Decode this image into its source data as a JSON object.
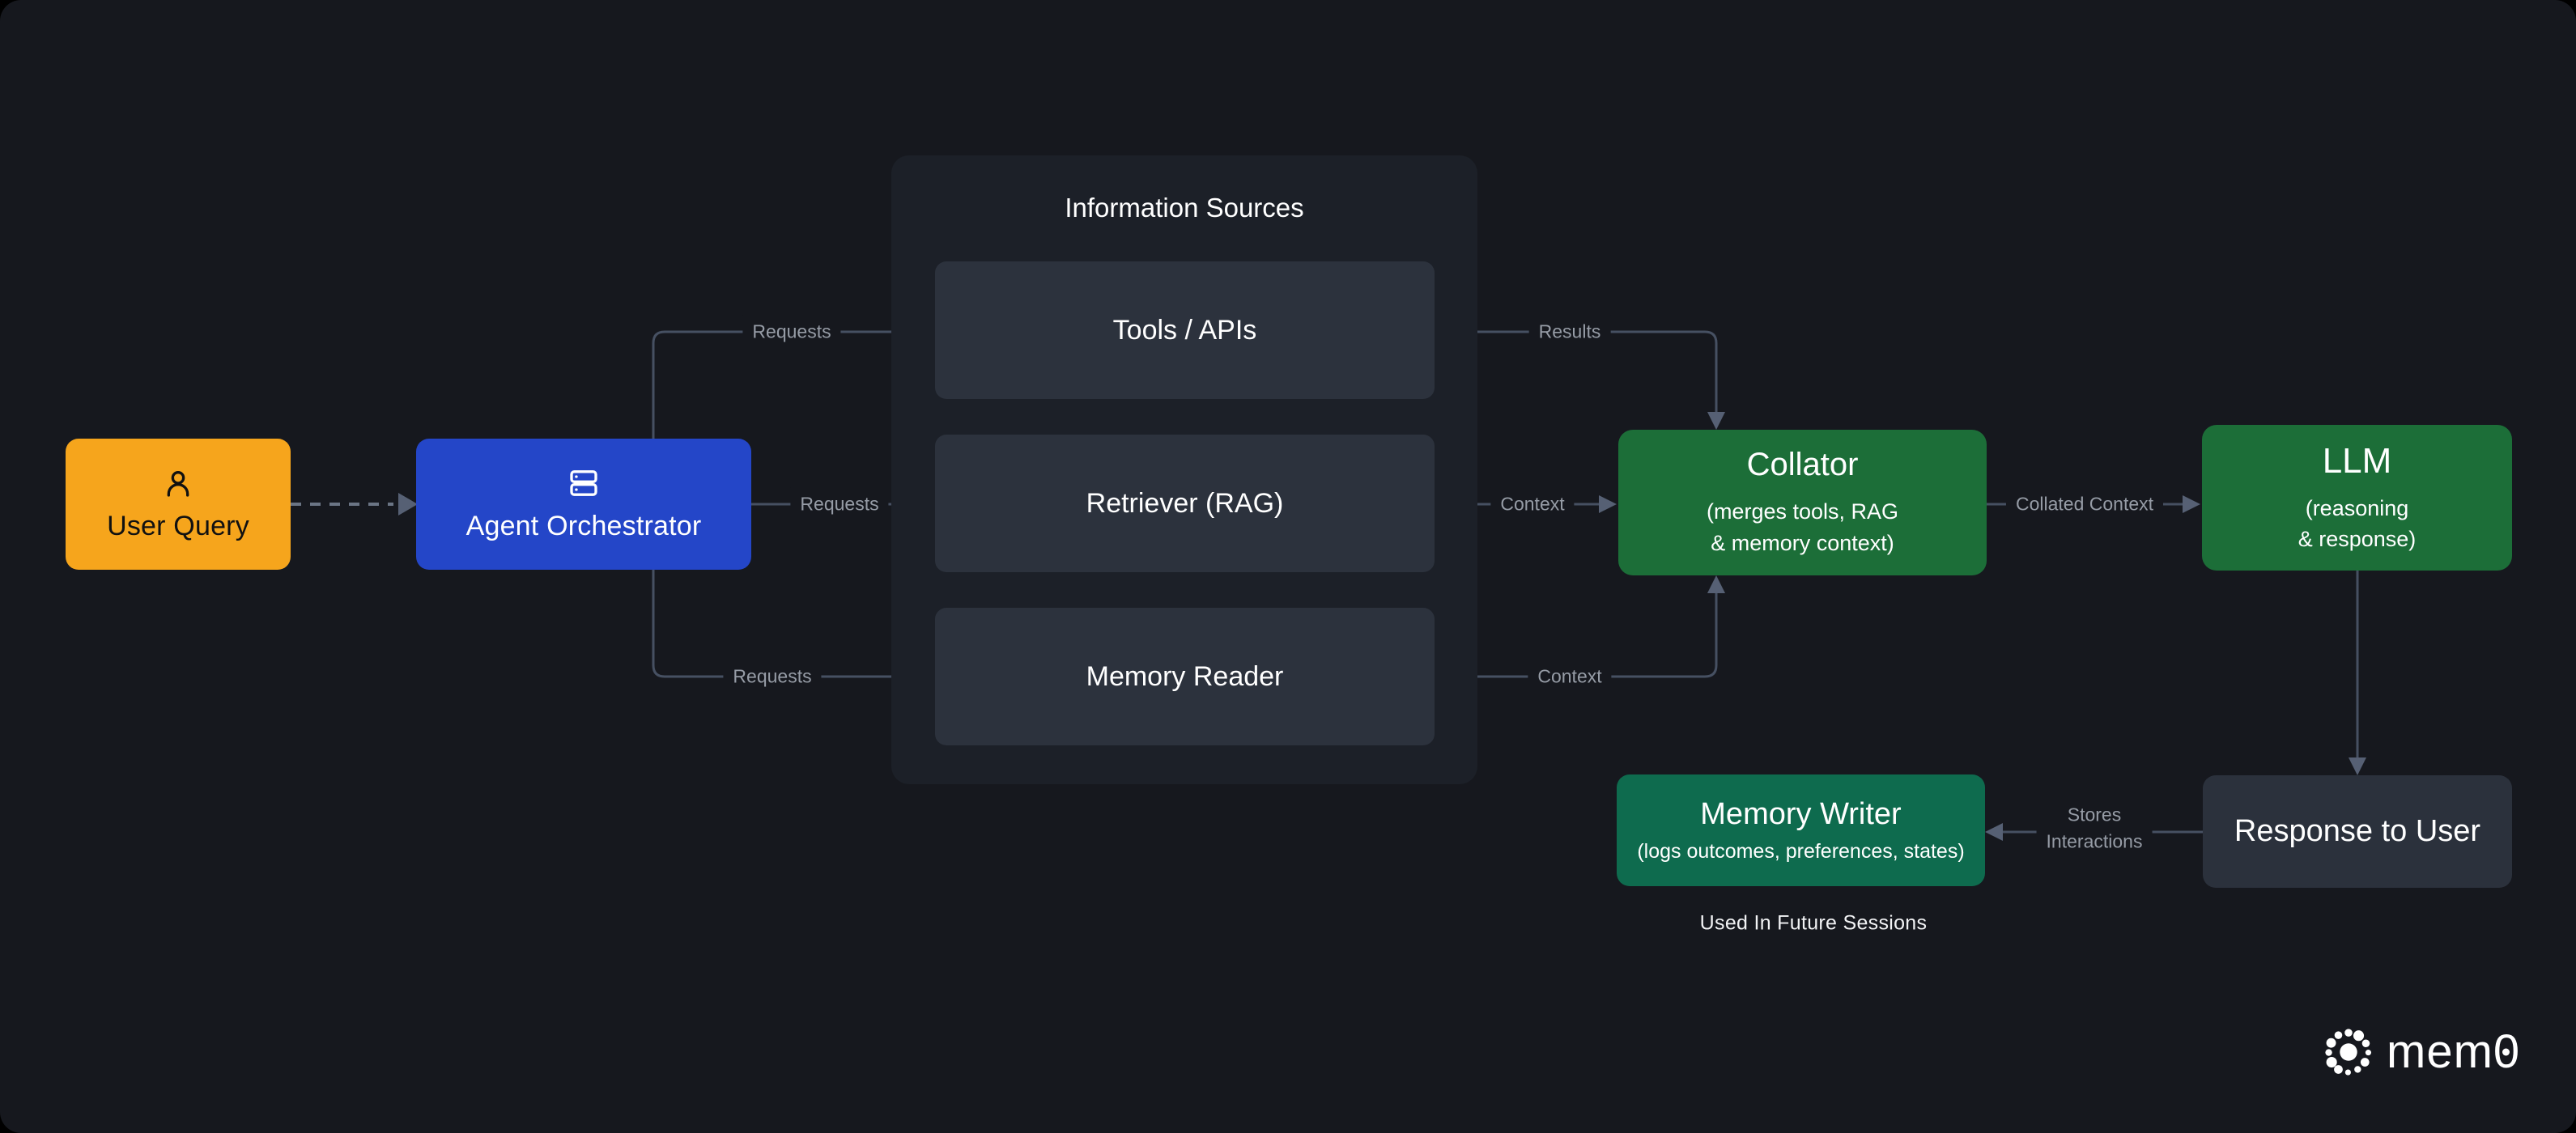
{
  "colors": {
    "background": "#16181e",
    "panel": "#1c2028",
    "node_dark": "#2b313c",
    "orange": "#f6a51c",
    "blue": "#2446c8",
    "green": "#1c6e38",
    "teal_green": "#0e6b4e",
    "edge_line": "#465062",
    "edge_label_text": "#969ca6"
  },
  "nodes": {
    "user_query": {
      "label": "User Query",
      "icon": "user-icon"
    },
    "agent_orchestrator": {
      "label": "Agent Orchestrator",
      "icon": "server-icon"
    },
    "information_sources": {
      "title": "Information Sources",
      "items": [
        {
          "label": "Tools / APIs"
        },
        {
          "label": "Retriever (RAG)"
        },
        {
          "label": "Memory Reader"
        }
      ]
    },
    "collator": {
      "title": "Collator",
      "subtitle": "(merges tools, RAG\n& memory context)"
    },
    "llm": {
      "title": "LLM",
      "subtitle": "(reasoning\n& response)"
    },
    "response_to_user": {
      "label": "Response to User"
    },
    "memory_writer": {
      "title": "Memory Writer",
      "subtitle": "(logs outcomes, preferences, states)",
      "note": "Used In Future Sessions"
    }
  },
  "edges": {
    "orchestrator_to_tools": {
      "label": "Requests"
    },
    "orchestrator_to_retriever": {
      "label": "Requests"
    },
    "orchestrator_to_memory_reader": {
      "label": "Requests"
    },
    "tools_to_collator": {
      "label": "Results"
    },
    "retriever_to_collator": {
      "label": "Context"
    },
    "memory_reader_to_collator": {
      "label": "Context"
    },
    "collator_to_llm": {
      "label": "Collated Context"
    },
    "response_to_memory_writer": {
      "label": "Stores\nInteractions"
    }
  },
  "footer": {
    "brand": "mem0"
  }
}
